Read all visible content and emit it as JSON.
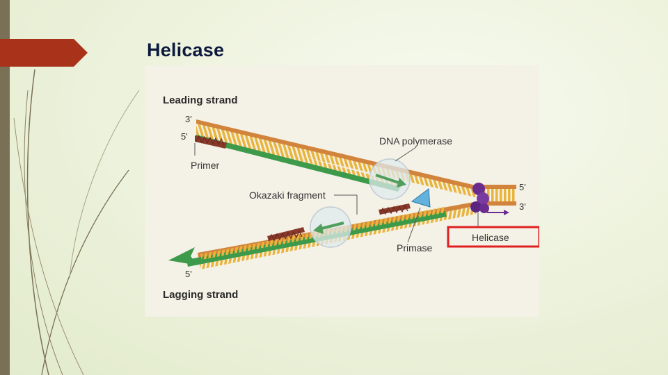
{
  "slide": {
    "title": "Helicase"
  },
  "figure": {
    "leading_strand_label": "Leading strand",
    "lagging_strand_label": "Lagging strand",
    "leading_3prime": "3'",
    "leading_5prime": "5'",
    "right_5prime": "5'",
    "right_3prime": "3'",
    "lagging_5prime": "5'",
    "dna_polymerase_label": "DNA polymerase",
    "okazaki_fragment_label": "Okazaki fragment",
    "primer_label": "Primer",
    "primase_label": "Primase",
    "helicase_label": "Helicase"
  },
  "colors": {
    "title": "#0d1a3d",
    "accent_arrow": "#a8321a",
    "left_bar": "#7a7055",
    "strand_orange": "#d2843c",
    "strand_green": "#3c9a4a",
    "rungs": "#e9b43c",
    "helicase": "#6a2d8f",
    "highlight_box": "#e02020"
  }
}
